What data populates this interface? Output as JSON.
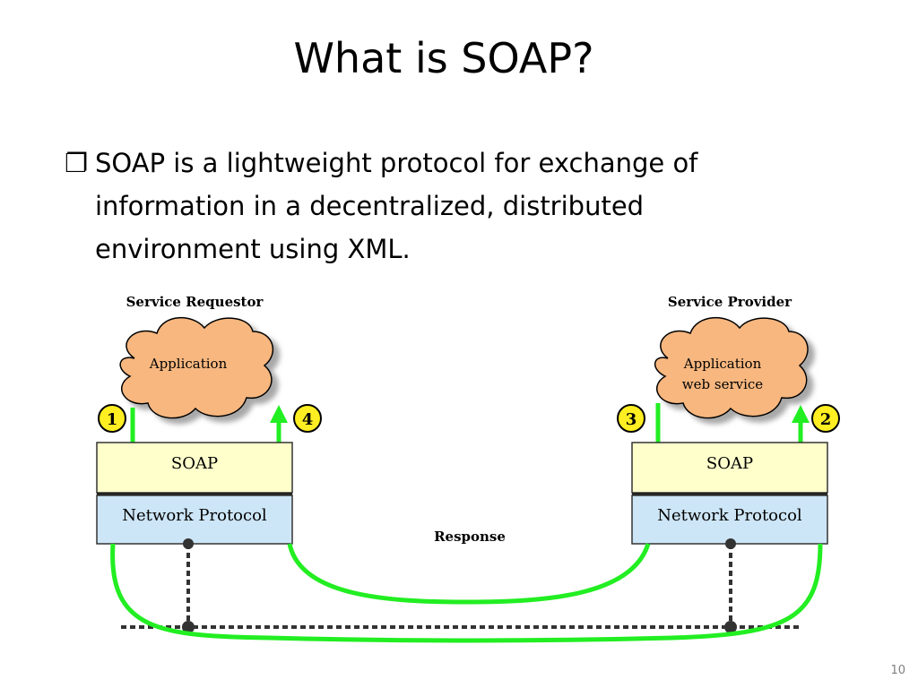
{
  "slide": {
    "title": "What is SOAP?",
    "bullet_marker": "❐",
    "bullet_text": "SOAP is a lightweight protocol for exchange of information in a decentralized, distributed environment using XML.",
    "page_number": "10"
  },
  "diagram": {
    "requestor": {
      "heading": "Service Requestor",
      "cloud_lines": [
        "Application"
      ],
      "soap_label": "SOAP",
      "network_label": "Network Protocol",
      "step_left": "1",
      "step_right": "4"
    },
    "provider": {
      "heading": "Service Provider",
      "cloud_lines": [
        "Application",
        "web service"
      ],
      "soap_label": "SOAP",
      "network_label": "Network Protocol",
      "step_left": "3",
      "step_right": "2"
    },
    "response_label": "Response",
    "colors": {
      "cloud_fill": "#F7B77F",
      "soap_fill": "#FFFFCC",
      "network_fill": "#CDE6F7",
      "arrow_green": "#22EE22",
      "badge_fill": "#FFEE22"
    }
  }
}
